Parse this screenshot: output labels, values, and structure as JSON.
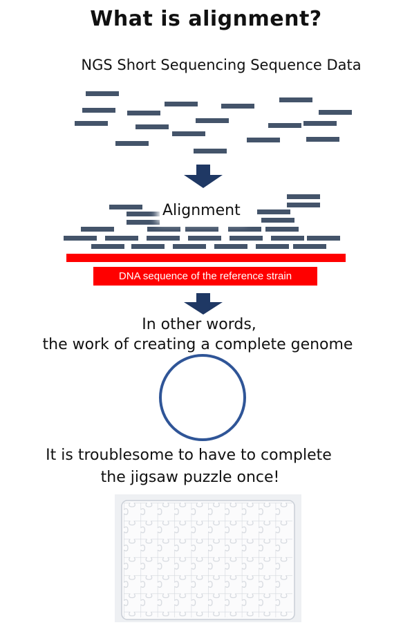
{
  "title": "What is alignment?",
  "subtitle": "NGS Short Sequencing Sequence Data",
  "alignment_label": "Alignment",
  "reference_label": "DNA sequence of the reference strain",
  "in_other_words": {
    "line1": "In other words,",
    "line2": "the work of creating a complete genome"
  },
  "troublesome": {
    "line1": "It is troublesome to have to complete",
    "line2": "the jigsaw puzzle once!"
  },
  "colors": {
    "read": "#44546a",
    "arrow": "#1f3864",
    "reference": "#ff0000",
    "circle": "#2f5597"
  }
}
